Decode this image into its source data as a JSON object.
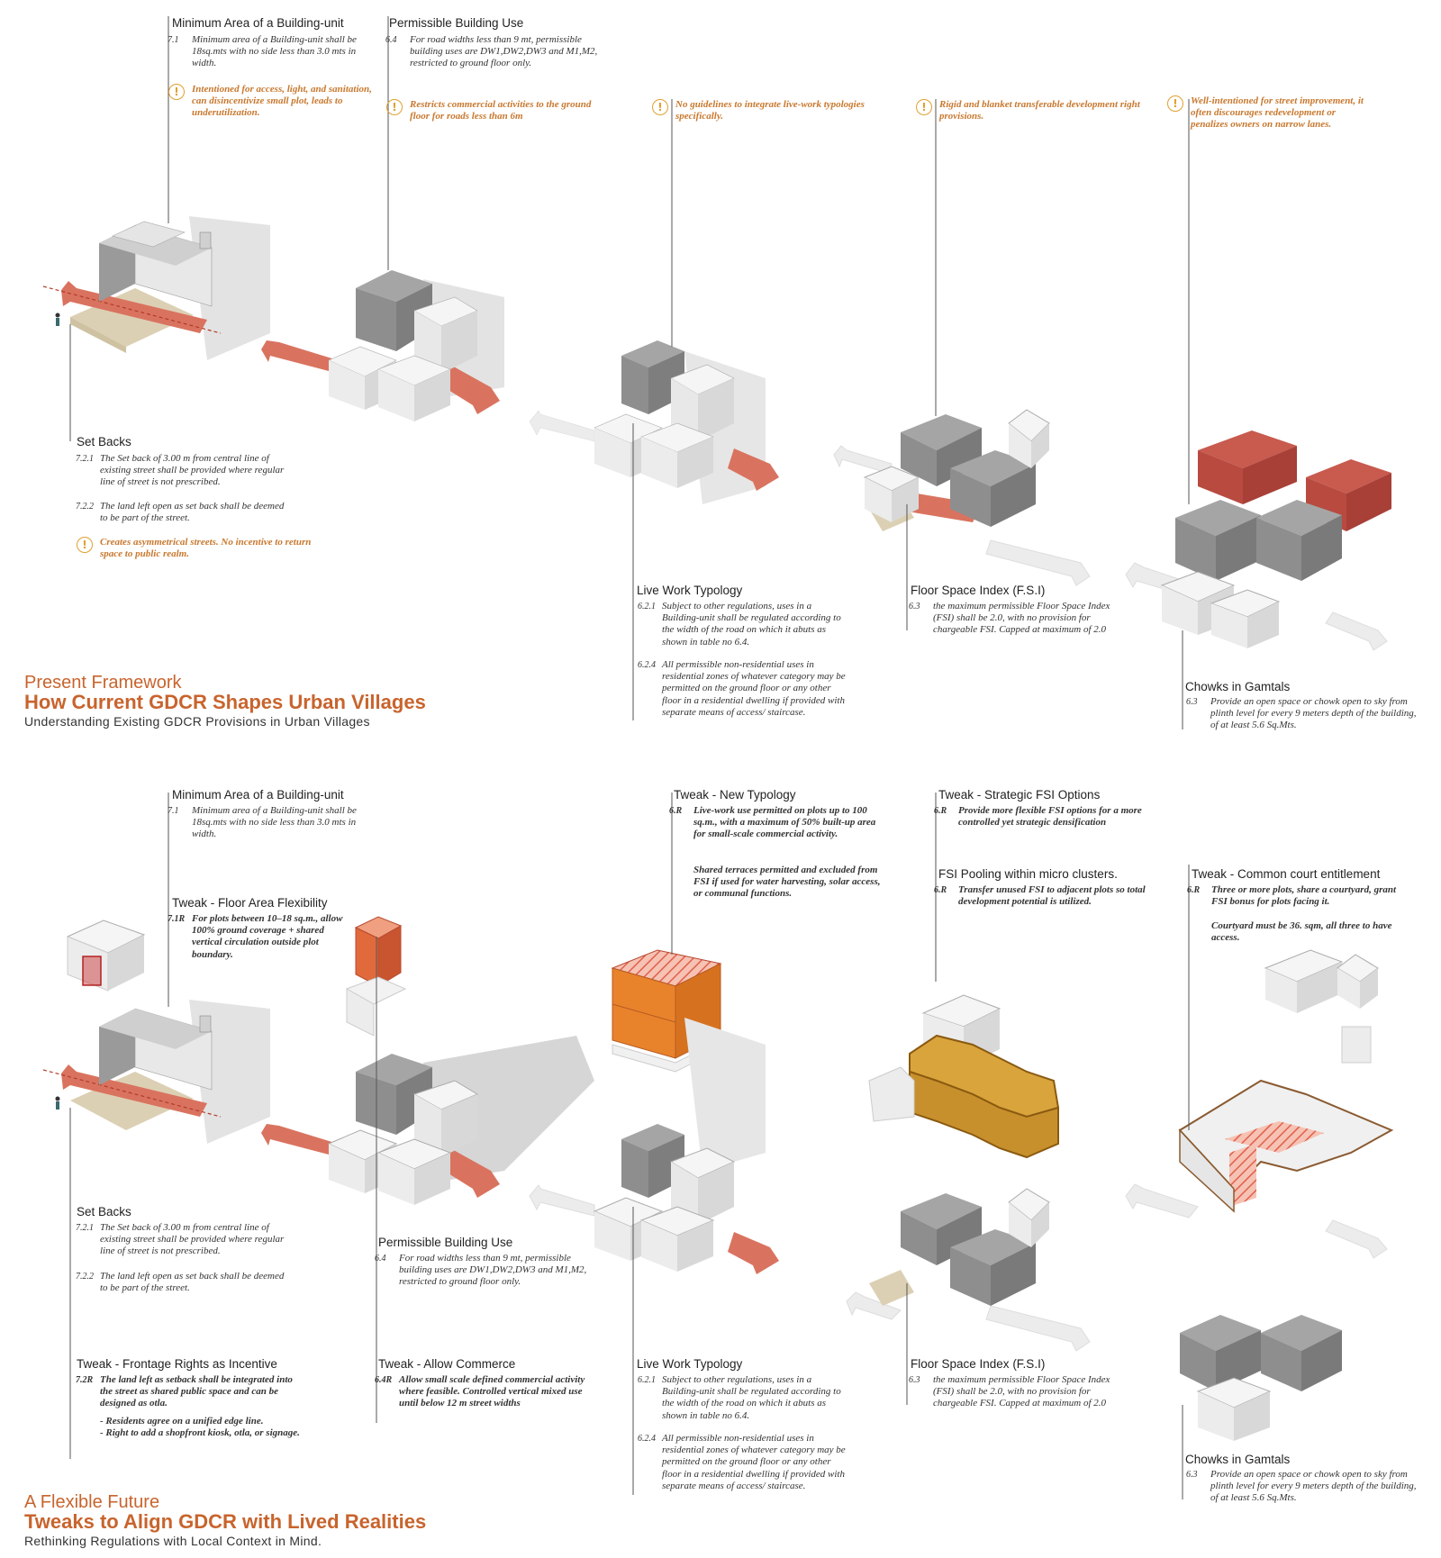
{
  "present": {
    "title_small": "Present Framework",
    "title_big": "How Current GDCR Shapes Urban Villages",
    "subtitle": "Understanding Existing GDCR Provisions in Urban Villages",
    "min_area": {
      "heading": "Minimum Area of a Building-unit",
      "num": "7.1",
      "text": "Minimum area of a Building-unit shall be 18sq.mts with no side less than 3.0 mts in width.",
      "warning": "Intentioned for access, light, and sanitation, can disincentivize small plot, leads to underutilization."
    },
    "permissible_use": {
      "heading": "Permissible Building Use",
      "num": "6.4",
      "text": "For road widths less than 9 mt, permissible building uses are DW1,DW2,DW3 and M1,M2, restricted to ground floor only.",
      "warning": "Restricts commercial activities to the ground floor for roads less than 6m"
    },
    "live_work_warning": "No guidelines to integrate live-work typologies specifically.",
    "fsi_warning": "Rigid and blanket transferable development right provisions.",
    "chowk_warning": "Well-intentioned for street improvement, it often discourages redevelopment or penalizes owners on narrow lanes.",
    "setbacks": {
      "heading": "Set Backs",
      "num1": "7.2.1",
      "text1": "The Set back of 3.00 m from central line of existing street shall be provided where regular line of street is not prescribed.",
      "num2": "7.2.2",
      "text2": "The land left open as set back shall be deemed to be part of the street.",
      "warning": "Creates asymmetrical streets. No incentive to return space to public realm."
    },
    "live_work": {
      "heading": "Live Work Typology",
      "num1": "6.2.1",
      "text1": "Subject to other regulations, uses in a Building-unit shall be regulated according to the width of the road on which it abuts as shown in table no 6.4.",
      "num2": "6.2.4",
      "text2": "All permissible non-residential uses in residential zones of whatever category may be permitted on the ground floor or any other floor in a residential dwelling if provided with separate means of access/ staircase."
    },
    "fsi": {
      "heading": "Floor Space Index (F.S.I)",
      "num": "6.3",
      "text": "the maximum permissible Floor Space Index (FSI) shall be 2.0, with no provision for chargeable FSI. Capped at maximum of 2.0"
    },
    "chowks": {
      "heading": "Chowks in Gamtals",
      "num": "6.3",
      "text": "Provide an open space or chowk open to sky from plinth level for every 9 meters depth of the building, of at least 5.6 Sq.Mts."
    }
  },
  "future": {
    "title_small": "A Flexible Future",
    "title_big": "Tweaks to Align GDCR with Lived Realities",
    "subtitle": "Rethinking Regulations with Local Context in Mind.",
    "min_area": {
      "heading": "Minimum Area of a Building-unit",
      "num": "7.1",
      "text": "Minimum area of a Building-unit shall be 18sq.mts with no side less than 3.0 mts in width."
    },
    "floor_flex": {
      "heading": "Tweak -  Floor Area Flexibility",
      "num": "7.1R",
      "text": "For plots between 10–18 sq.m., allow 100% ground coverage + shared vertical circulation outside plot boundary."
    },
    "new_typology": {
      "heading": "Tweak -  New Typology",
      "num": "6.R",
      "text1": "Live-work use permitted on plots up to 100 sq.m., with a maximum of 50% built-up area for small-scale commercial activity.",
      "text2": "Shared terraces permitted and excluded from FSI if used for water harvesting, solar access, or communal functions."
    },
    "strategic_fsi": {
      "heading": "Tweak -  Strategic FSI Options",
      "num": "6.R",
      "text": "Provide more flexible FSI options  for a more controlled yet strategic densification"
    },
    "fsi_pooling": {
      "heading": "FSI Pooling within micro clusters.",
      "num": "6.R",
      "text": "Transfer unused FSI to adjacent plots so total development potential is utilized."
    },
    "common_court": {
      "heading": "Tweak -  Common court entitlement",
      "num": "6.R",
      "text1": "Three or more plots, share a courtyard, grant FSI bonus for plots facing it.",
      "text2": "Courtyard must be 36. sqm, all three to have access."
    },
    "setbacks": {
      "heading": "Set Backs",
      "num1": "7.2.1",
      "text1": "The Set back of 3.00 m from central line of existing street shall be provided where regular line of street is not prescribed.",
      "num2": "7.2.2",
      "text2": "The land left open as set back shall be deemed to be part of the street."
    },
    "permissible_use": {
      "heading": "Permissible Building Use",
      "num": "6.4",
      "text": "For road widths less than 9 mt, permissible building uses are DW1,DW2,DW3 and M1,M2, restricted to ground floor only."
    },
    "frontage": {
      "heading": "Tweak - Frontage Rights as Incentive",
      "num": "7.2R",
      "text": "The land left as setback shall be integrated into the street as shared public space and can be designed as otla.",
      "bullet1": "- Residents agree on a unified edge line.",
      "bullet2": "- Right to add a shopfront kiosk, otla, or signage."
    },
    "allow_commerce": {
      "heading": "Tweak -  Allow Commerce",
      "num": "6.4R",
      "text": "Allow small scale defined commercial activity where feasible. Controlled vertical mixed use until below 12 m street widths"
    },
    "live_work": {
      "heading": "Live Work Typology",
      "num1": "6.2.1",
      "text1": "Subject to other regulations, uses in a Building-unit shall be regulated according to the width of the road on which it abuts as shown in table no 6.4.",
      "num2": "6.2.4",
      "text2": "All permissible non-residential uses in residential zones of whatever category may be permitted on the ground floor or any other floor in a residential dwelling if provided with separate means of access/ staircase."
    },
    "fsi": {
      "heading": "Floor Space Index (F.S.I)",
      "num": "6.3",
      "text": "the maximum permissible Floor Space Index (FSI) shall be 2.0, with no provision for chargeable FSI. Capped at maximum of 2.0"
    },
    "chowks": {
      "heading": "Chowks in Gamtals",
      "num": "6.3",
      "text": "Provide an open space or chowk open to sky from plinth level for every 9 meters depth of the building, of at least 5.6 Sq.Mts."
    }
  },
  "icons": {
    "warning": "!",
    "warning_icon": "warning-icon"
  },
  "colors": {
    "accent": "#c8642d",
    "warning": "#e0a030",
    "arrow_red": "#d9735f",
    "box_grey": "#8e8e8e",
    "box_white": "#f2f2f2",
    "orange": "#e8832c",
    "ochre": "#d9a43c",
    "red_block": "#c85a4e",
    "sand": "#d8cdb0"
  }
}
